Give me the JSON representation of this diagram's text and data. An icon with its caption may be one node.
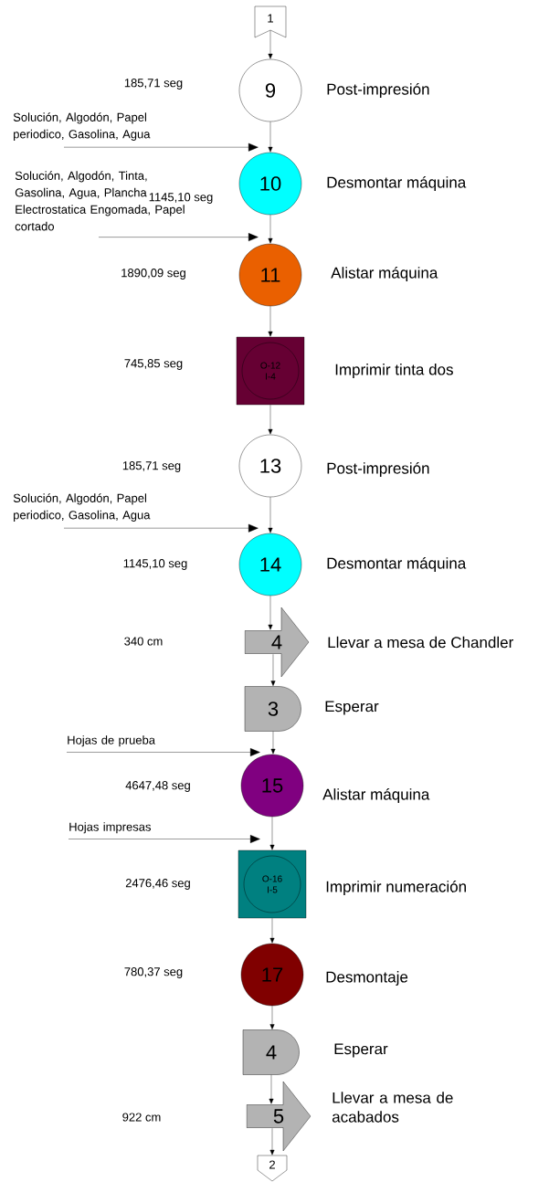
{
  "diagram": {
    "nodes": [
      {
        "text": [
          "1"
        ]
      },
      {
        "text": [
          "9"
        ],
        "beside": [
          "Post-impresión"
        ]
      },
      {
        "text": [
          "Solución, Algodón, Papel periodico, Gasolina, Agua"
        ]
      },
      {
        "text": [
          "10"
        ],
        "beside": [
          "Desmontar máquina"
        ]
      },
      {
        "text": [
          "Solución, Algodón, Tinta, Gasolina, Agua, Plancha Electrostatica Engomada, Papel cortado"
        ]
      },
      {
        "text": [
          "11"
        ],
        "beside": [
          "Alistar máquina"
        ]
      },
      {
        "text": [
          "O-12 I-4"
        ],
        "beside": [
          "Imprimir tinta dos"
        ]
      },
      {
        "text": [
          "13"
        ],
        "beside": [
          "Post-impresión"
        ]
      },
      {
        "text": [
          "Solución, Algodón, Papel periodico, Gasolina, Agua"
        ]
      },
      {
        "text": [
          "14"
        ],
        "beside": [
          "Desmontar máquina"
        ]
      },
      {
        "text": [
          "4"
        ],
        "beside": [
          "Llevar a mesa de Chandler"
        ]
      },
      {
        "text": [
          "3"
        ],
        "beside": [
          "Esperar"
        ]
      },
      {
        "text": [
          "Hojas de prueba"
        ]
      },
      {
        "text": [
          "15"
        ],
        "beside": [
          "Alistar máquina"
        ]
      },
      {
        "text": [
          "Hojas impresas"
        ]
      },
      {
        "text": [
          "O-16 I-5"
        ],
        "beside": [
          "Imprimir numeración"
        ]
      },
      {
        "text": [
          "17"
        ],
        "beside": [
          "Desmontaje"
        ]
      },
      {
        "text": [
          "4"
        ],
        "beside": [
          "Esperar"
        ]
      },
      {
        "text": [
          "5"
        ],
        "beside": [
          "Llevar a mesa de acabados"
        ]
      },
      {
        "text": [
          "2"
        ]
      }
    ],
    "edges": [
      {
        "from": 0,
        "to": 1,
        "arrow": "to"
      },
      {
        "from": 1,
        "to": 3,
        "arrow": "to"
      },
      {
        "from": 2,
        "to": 3,
        "arrow": "to"
      },
      {
        "from": 3,
        "to": 5,
        "arrow": "to"
      },
      {
        "from": 4,
        "to": 5,
        "arrow": "to"
      },
      {
        "from": 5,
        "to": 6,
        "arrow": "to"
      },
      {
        "from": 6,
        "to": 7,
        "arrow": "to"
      },
      {
        "from": 7,
        "to": 9,
        "arrow": "to"
      },
      {
        "from": 8,
        "to": 9,
        "arrow": "to"
      },
      {
        "from": 9,
        "to": 10,
        "arrow": "to"
      },
      {
        "from": 10,
        "to": 11,
        "arrow": "to"
      },
      {
        "from": 11,
        "to": 13,
        "arrow": "to"
      },
      {
        "from": 12,
        "to": 13,
        "arrow": "to"
      },
      {
        "from": 13,
        "to": 15,
        "arrow": "to"
      },
      {
        "from": 14,
        "to": 15,
        "arrow": "to"
      },
      {
        "from": 15,
        "to": 16,
        "arrow": "to"
      },
      {
        "from": 16,
        "to": 17,
        "arrow": "to"
      },
      {
        "from": 17,
        "to": 18,
        "arrow": "to"
      },
      {
        "from": 18,
        "to": 19,
        "arrow": "to"
      }
    ],
    "labels": [
      "185,71 seg",
      "1145,10 seg",
      "1890,09 seg",
      "745,85 seg",
      "185,71 seg",
      "1145,10 seg",
      "340 cm",
      "4647,48 seg",
      "2476,46 seg",
      "780,37 seg",
      "922 cm"
    ]
  }
}
